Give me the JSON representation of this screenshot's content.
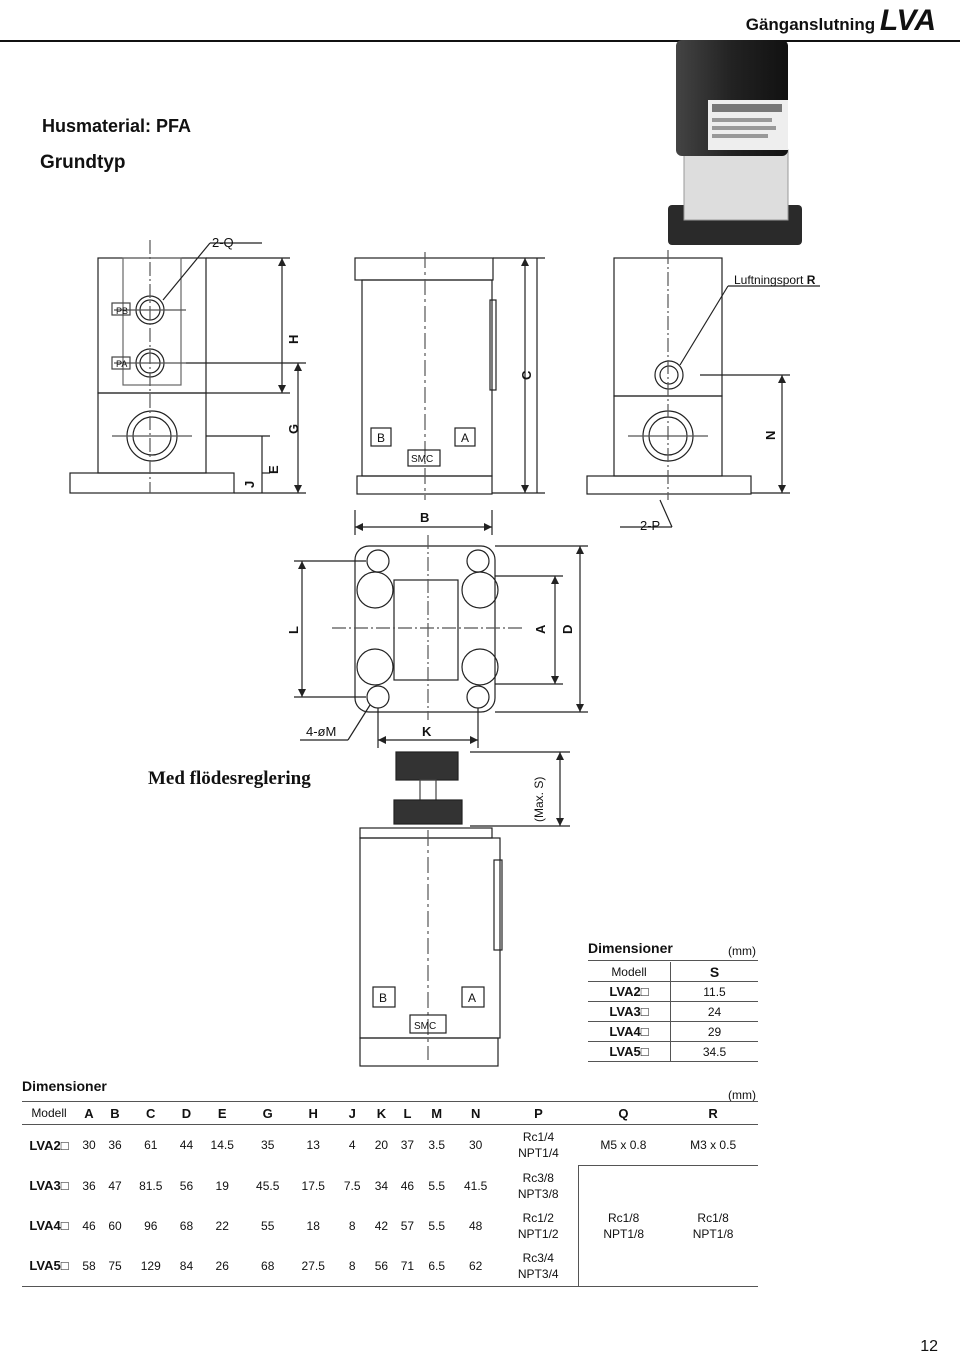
{
  "header": {
    "prefix": "Gänganslutning",
    "brand": "LVA"
  },
  "material": "Husmaterial:  PFA",
  "basic_type": "Grundtyp",
  "flow_control": "Med flödesreglering",
  "page_number": "12",
  "drawing": {
    "labels": {
      "q": "2-Q",
      "h": "H",
      "g": "G",
      "e": "E",
      "j": "J",
      "c": "C",
      "n": "N",
      "pb": "PB",
      "pa": "PA",
      "b_port": "B",
      "a_port": "A",
      "smc": "SMC",
      "air_port_text": "Luftningsport",
      "air_port_letter": "R",
      "b_dim": "B",
      "p": "2-P",
      "l": "L",
      "a_dim": "A",
      "d": "D",
      "m": "4-øM",
      "k": "K",
      "max_s": "(Max. S)",
      "b_port2": "B",
      "a_port2": "A",
      "smc2": "SMC"
    }
  },
  "small_table": {
    "title": "Dimensioner",
    "unit": "(mm)",
    "col_model": "Modell",
    "col_s": "S",
    "rows": [
      {
        "model": "LVA2□",
        "s": "11.5"
      },
      {
        "model": "LVA3□",
        "s": "24"
      },
      {
        "model": "LVA4□",
        "s": "29"
      },
      {
        "model": "LVA5□",
        "s": "34.5"
      }
    ]
  },
  "main_table": {
    "title": "Dimensioner",
    "unit": "(mm)",
    "headers": [
      "Modell",
      "A",
      "B",
      "C",
      "D",
      "E",
      "G",
      "H",
      "J",
      "K",
      "L",
      "M",
      "N",
      "P",
      "Q",
      "R"
    ],
    "rows": [
      {
        "model": "LVA2□",
        "v": [
          "30",
          "36",
          "61",
          "44",
          "14.5",
          "35",
          "13",
          "4",
          "20",
          "37",
          "3.5",
          "30"
        ],
        "p1": "Rc1/4",
        "p2": "NPT1/4"
      },
      {
        "model": "LVA3□",
        "v": [
          "36",
          "47",
          "81.5",
          "56",
          "19",
          "45.5",
          "17.5",
          "7.5",
          "34",
          "46",
          "5.5",
          "41.5"
        ],
        "p1": "Rc3/8",
        "p2": "NPT3/8"
      },
      {
        "model": "LVA4□",
        "v": [
          "46",
          "60",
          "96",
          "68",
          "22",
          "55",
          "18",
          "8",
          "42",
          "57",
          "5.5",
          "48"
        ],
        "p1": "Rc1/2",
        "p2": "NPT1/2"
      },
      {
        "model": "LVA5□",
        "v": [
          "58",
          "75",
          "129",
          "84",
          "26",
          "68",
          "27.5",
          "8",
          "56",
          "71",
          "6.5",
          "62"
        ],
        "p1": "Rc3/4",
        "p2": "NPT3/4"
      }
    ],
    "q_small": "M5 x 0.8",
    "r_small": "M3 x 0.5",
    "q_large_1": "Rc1/8",
    "q_large_2": "NPT1/8",
    "r_large_1": "Rc1/8",
    "r_large_2": "NPT1/8"
  }
}
